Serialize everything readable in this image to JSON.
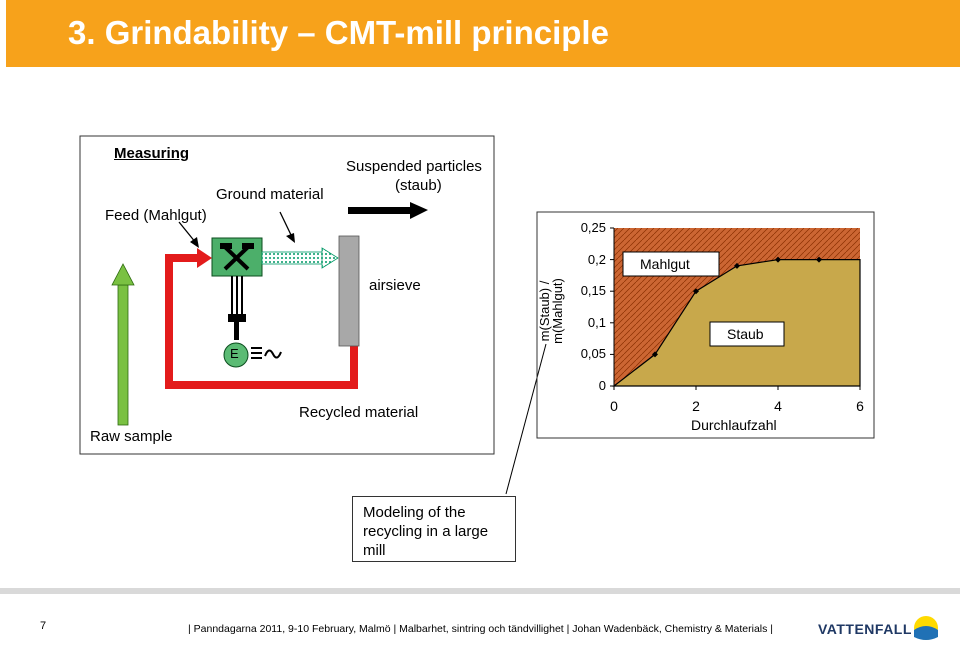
{
  "title": "3. Grindability – CMT-mill principle",
  "measuring": "Measuring",
  "labels": {
    "feed": "Feed (Mahlgut)",
    "ground_material": "Ground material",
    "suspended_line1": "Suspended particles",
    "suspended_line2": "(staub)",
    "airsieve": "airsieve",
    "recycled": "Recycled material",
    "raw_sample": "Raw sample",
    "motor": "E"
  },
  "modeling_box": "Modeling of the recycling in a large mill",
  "chart_data": {
    "type": "area",
    "ylabel_line1": "m(Staub) /",
    "ylabel_line2": "m(Mahlgut)",
    "xlabel": "Durchlaufzahl",
    "xlim": [
      0,
      6
    ],
    "ylim": [
      0,
      0.25
    ],
    "x_ticks": [
      "0",
      "2",
      "4",
      "6"
    ],
    "y_ticks": [
      "0",
      "0,05",
      "0,1",
      "0,15",
      "0,2",
      "0,25"
    ],
    "series": [
      {
        "x": [
          0,
          1,
          2,
          3,
          4,
          5,
          6
        ],
        "y": [
          0,
          0.05,
          0.15,
          0.19,
          0.2,
          0.2,
          0.2
        ]
      }
    ],
    "annotations": [
      "Mahlgut",
      "Staub"
    ],
    "colors": {
      "upper": "#cc6633",
      "lower": "#c8a84b"
    }
  },
  "footer": {
    "page": "7",
    "text": "Panndagarna 2011, 9-10 February, Malmö | Malbarhet, sintring och tändvillighet | Johan Wadenbäck, Chemistry & Materials |",
    "brand": "VATTENFALL"
  },
  "colors": {
    "title_bar": "#f7a21b",
    "flow_red": "#e31b1b",
    "feed_green": "#7ac142",
    "motor_green": "#5bbb74"
  }
}
